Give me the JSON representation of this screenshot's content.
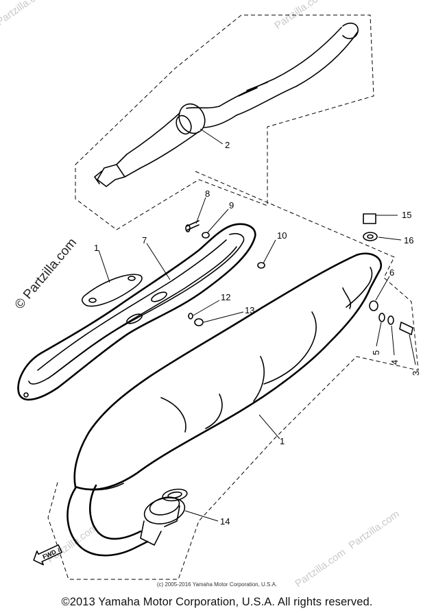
{
  "callouts": {
    "c1a": "1",
    "c1b": "1",
    "c2": "2",
    "c3": "3",
    "c4": "4",
    "c5": "5",
    "c6": "6",
    "c7": "7",
    "c8": "8",
    "c9": "9",
    "c10": "10",
    "c12": "12",
    "c13": "13",
    "c14": "14",
    "c15": "15",
    "c16": "16"
  },
  "fwd_label": "FWD",
  "watermarks": {
    "side": "© Partzilla.com",
    "faint": "Partzilla.com"
  },
  "copyright_small": "(c) 2005-2016 Yamaha Motor Corporation, U.S.A.",
  "copyright_main": "©2013 Yamaha Motor Corporation, U.S.A. All rights reserved."
}
